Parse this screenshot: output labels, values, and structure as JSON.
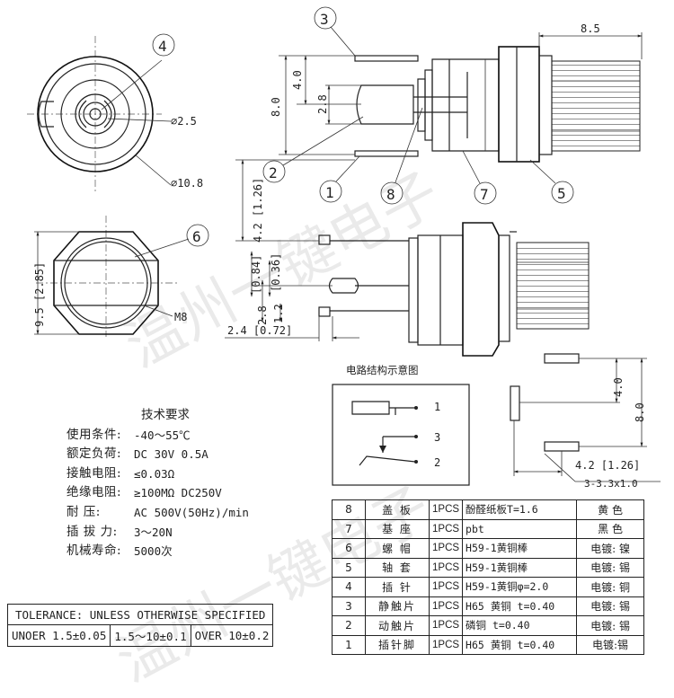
{
  "watermark": "温州一键电子",
  "balloons": [
    "1",
    "2",
    "3",
    "4",
    "5",
    "6",
    "7",
    "8"
  ],
  "dims": {
    "d_8_5": "8.5",
    "d_4_0": "4.0",
    "d_8_0": "8.0",
    "d_2_8": "2.8",
    "phi_2_5": "⌀2.5",
    "phi_10_8": "⌀10.8",
    "d_4_2": "4.2 [1.26]",
    "d_9_5": "9.5 [2.85]",
    "m8": "M8",
    "d_084": "[0.84]",
    "d_036": "[0.36]",
    "d_2_8b": "2.8",
    "d_1_2": "1.2",
    "d_2_4": "2.4 [0.72]",
    "pad_4_0": "4.0",
    "pad_8_0": "8.0",
    "pad_4_2": "4.2 [1.26]",
    "pad_size": "3-3.3x1.0"
  },
  "circuit": {
    "title": "电路结构示意图",
    "labels": [
      "1",
      "3",
      "2"
    ]
  },
  "tech": {
    "title": "技术要求",
    "rows": [
      {
        "k": "使用条件:",
        "v": "-40～55℃"
      },
      {
        "k": "额定负荷:",
        "v": "DC 30V 0.5A"
      },
      {
        "k": "接触电阻:",
        "v": "≤0.03Ω"
      },
      {
        "k": "绝缘电阻:",
        "v": "≥100MΩ DC250V"
      },
      {
        "k": "耐   压:",
        "v": "AC 500V(50Hz)/min"
      },
      {
        "k": "插 拔 力:",
        "v": "3～20N"
      },
      {
        "k": "机械寿命:",
        "v": "5000次"
      }
    ]
  },
  "tolerance": {
    "header": "TOLERANCE: UNLESS OTHERWISE SPECIFIED",
    "cells": [
      "UNOER 1.5±0.05",
      "1.5～10±0.1",
      "OVER 10±0.2"
    ]
  },
  "bom": [
    {
      "no": "8",
      "name": "盖 板",
      "qty": "1PCS",
      "mat": "酚醛纸板T=1.6",
      "fin": "黄 色"
    },
    {
      "no": "7",
      "name": "基 座",
      "qty": "1PCS",
      "mat": "pbt",
      "fin": "黑 色"
    },
    {
      "no": "6",
      "name": "螺 帽",
      "qty": "1PCS",
      "mat": "H59-1黄铜棒",
      "fin": "电镀: 镍"
    },
    {
      "no": "5",
      "name": "轴 套",
      "qty": "1PCS",
      "mat": "H59-1黄铜棒",
      "fin": "电镀: 锡"
    },
    {
      "no": "4",
      "name": "插 针",
      "qty": "1PCS",
      "mat": "H59-1黄铜φ=2.0",
      "fin": "电镀: 铜"
    },
    {
      "no": "3",
      "name": "静触片",
      "qty": "1PCS",
      "mat": "H65 黄铜 t=0.40",
      "fin": "电镀: 锡"
    },
    {
      "no": "2",
      "name": "动触片",
      "qty": "1PCS",
      "mat": "磷铜 t=0.40",
      "fin": "电镀: 锡"
    },
    {
      "no": "1",
      "name": "插针脚",
      "qty": "1PCS",
      "mat": "H65 黄铜 t=0.40",
      "fin": "电镀:锡"
    }
  ]
}
